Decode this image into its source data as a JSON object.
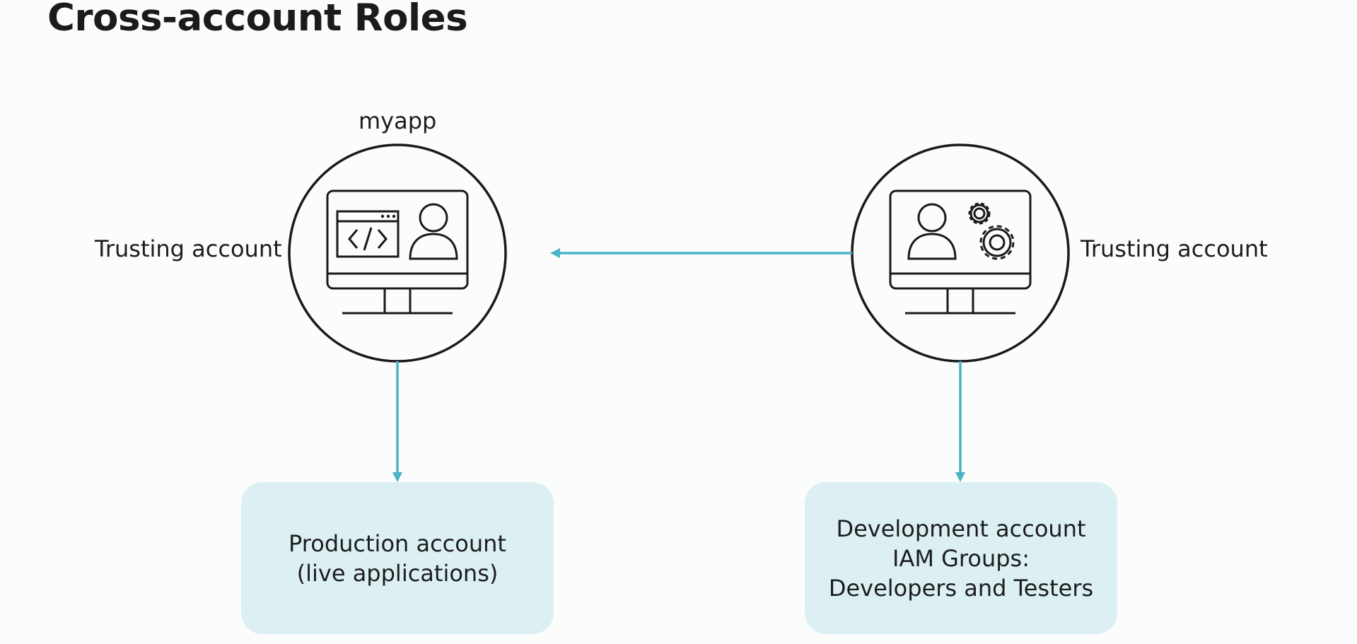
{
  "title": "Cross-account Roles",
  "left_node": {
    "caption": "myapp",
    "side_label": "Trusting account",
    "icon": "monitor-code-user-icon"
  },
  "right_node": {
    "side_label": "Trusting account",
    "icon": "monitor-user-gears-icon"
  },
  "left_box": {
    "lines": [
      "Production account",
      "(live applications)"
    ]
  },
  "right_box": {
    "lines": [
      "Development account",
      "IAM Groups:",
      "Developers and Testers"
    ]
  },
  "colors": {
    "arrow": "#4bb3c6",
    "box_fill": "#dcf0f4",
    "stroke": "#1a1a1a"
  }
}
